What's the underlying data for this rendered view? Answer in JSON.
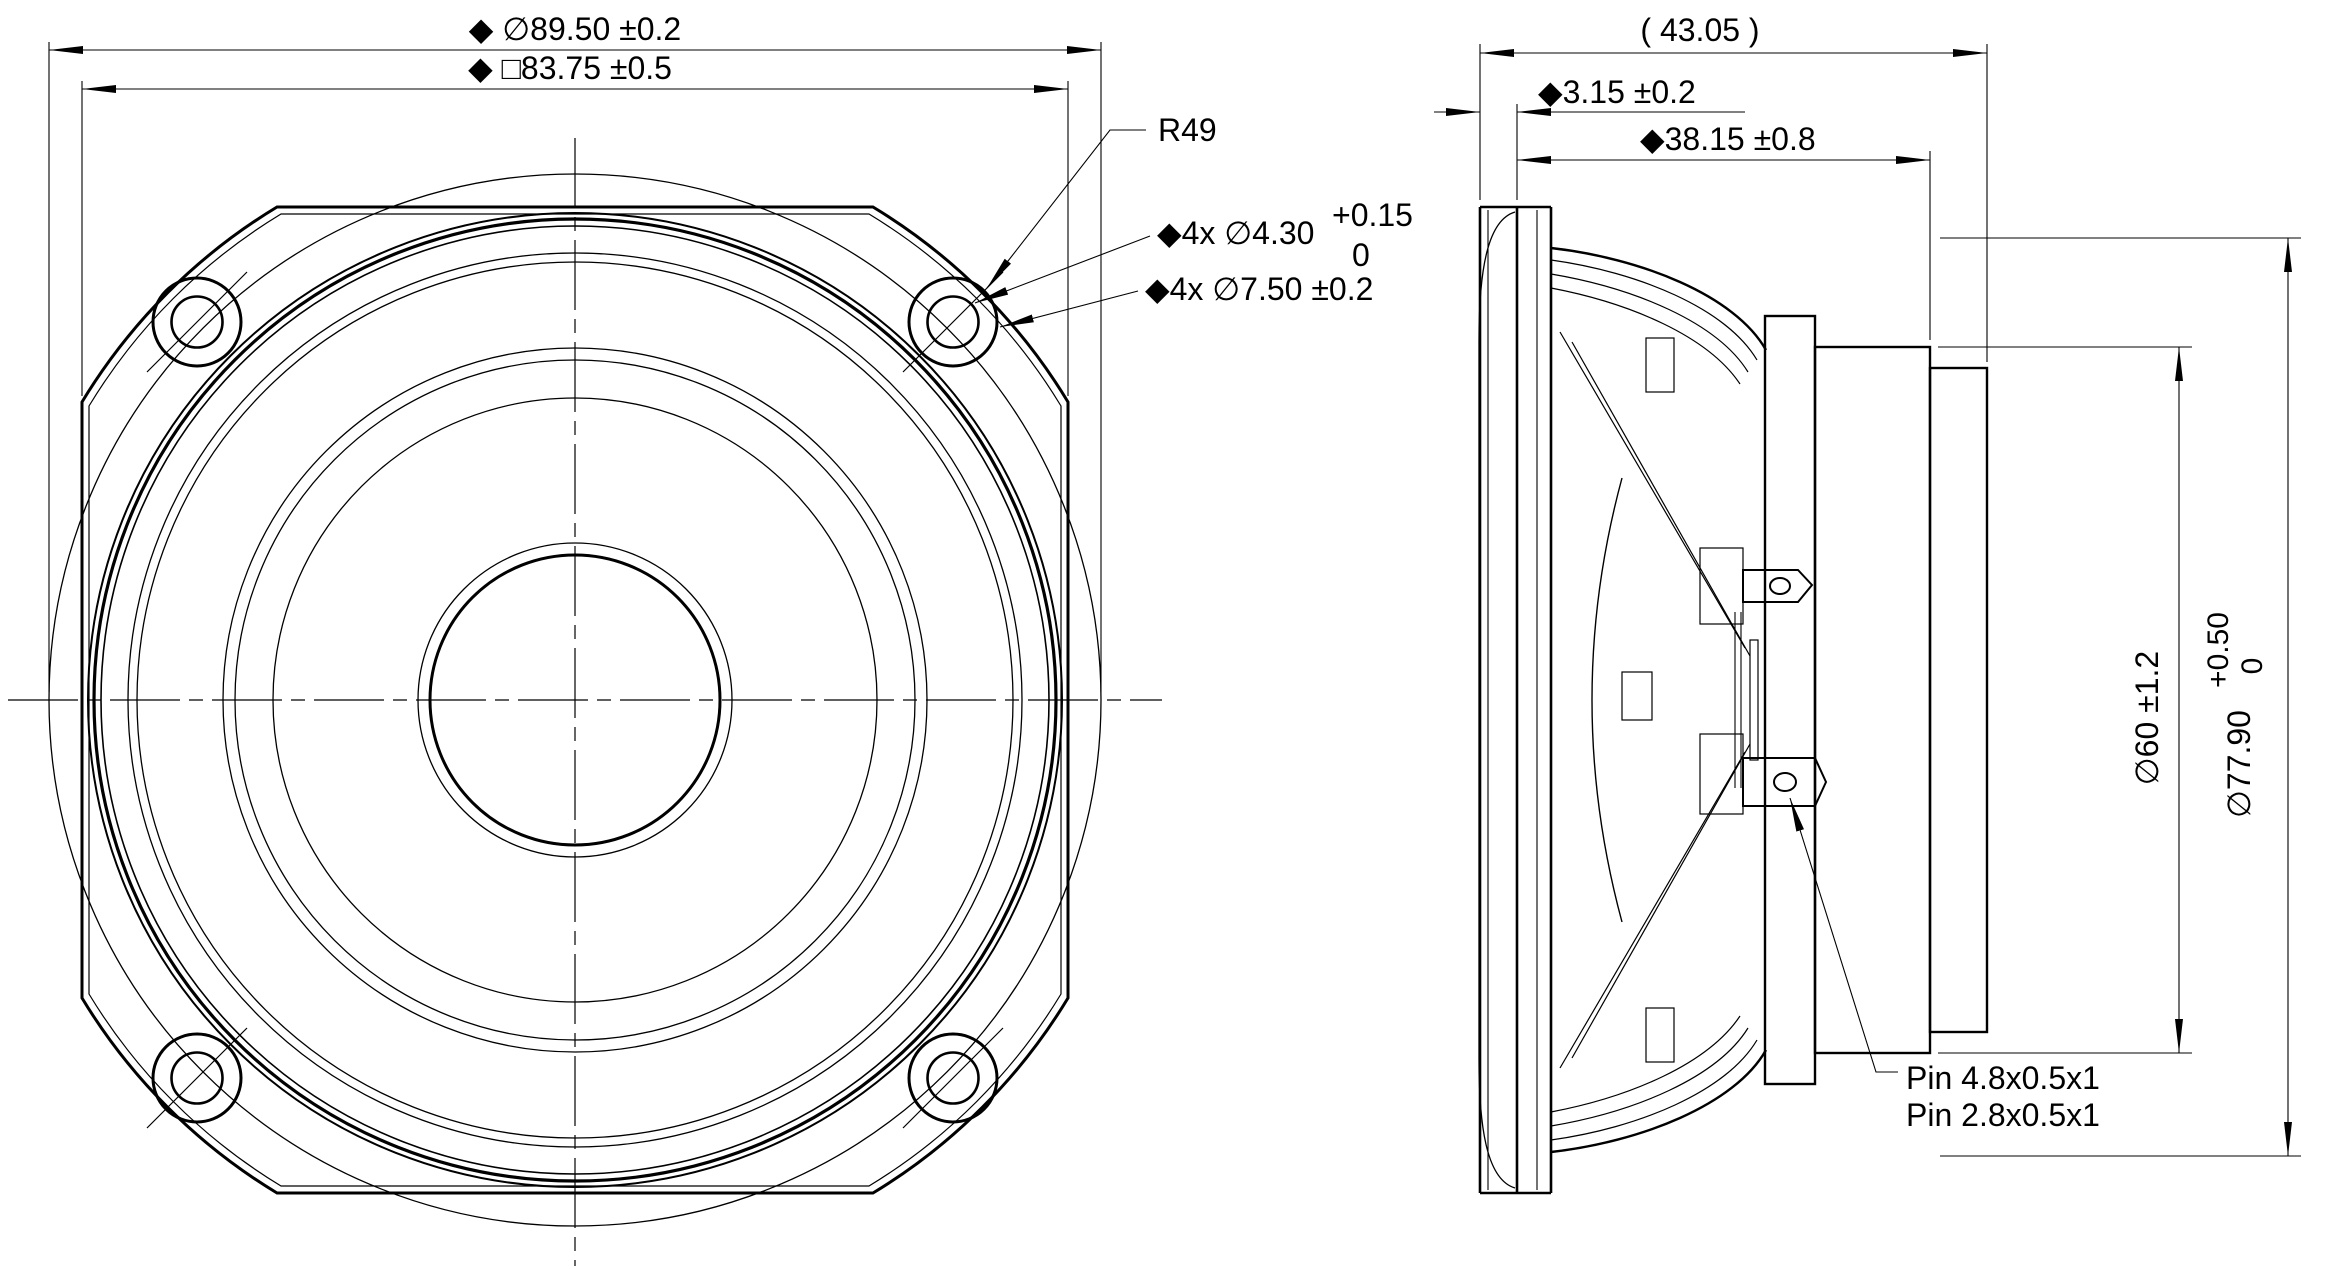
{
  "front_view": {
    "dim_outer_diameter": "◆ ∅89.50 ±0.2",
    "dim_square": "◆ □83.75 ±0.5",
    "corner_radius": "R49",
    "hole_small_label": "◆4x ∅4.30",
    "hole_small_tol_plus": "+0.15",
    "hole_small_tol_minus": "0",
    "hole_large_label": "◆4x ∅7.50 ±0.2"
  },
  "side_view": {
    "dim_overall_depth": "( 43.05 )",
    "dim_gasket_thickness": "◆3.15 ±0.2",
    "dim_mounting_depth": "◆38.15 ±0.8",
    "dim_magnet_diameter": "∅60 ±1.2",
    "dim_basket_diameter_label": "∅77.90",
    "dim_basket_diameter_tol_plus": "+0.50",
    "dim_basket_diameter_tol_minus": "0",
    "pin_label_1": "Pin 4.8x0.5x1",
    "pin_label_2": "Pin 2.8x0.5x1"
  },
  "colors": {
    "line": "#000000",
    "background": "#ffffff"
  }
}
